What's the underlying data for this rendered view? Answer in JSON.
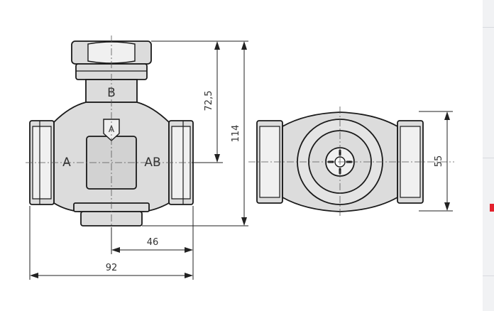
{
  "ports": {
    "top": "B",
    "left": "A",
    "right": "AB",
    "arrow_label": "A"
  },
  "dimensions": {
    "upper_height": "72,5",
    "total_height": "114",
    "side_height": "55",
    "half_width": "46",
    "total_width": "92"
  },
  "colors": {
    "body_fill": "#dcdcdc",
    "body_light": "#f0f0f0",
    "stroke": "#1a1a1a",
    "dim_line": "#222222",
    "accent": "#e3212d"
  }
}
